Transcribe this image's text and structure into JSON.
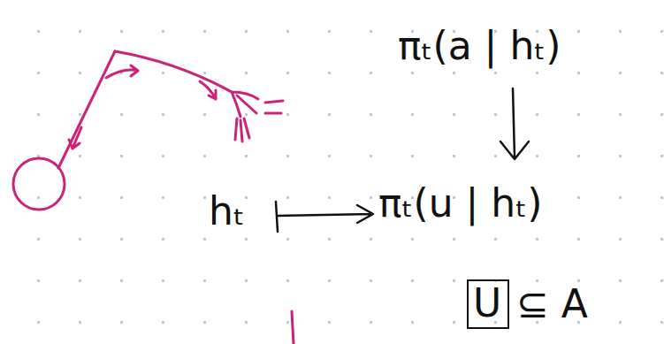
{
  "diagram": {
    "nodes": [
      {
        "text": [
          "U"
        ]
      }
    ],
    "labels": [
      "πₜ(a | hₜ)",
      "hₜ",
      "πₜ(u | hₜ)",
      "⊆ A"
    ]
  }
}
